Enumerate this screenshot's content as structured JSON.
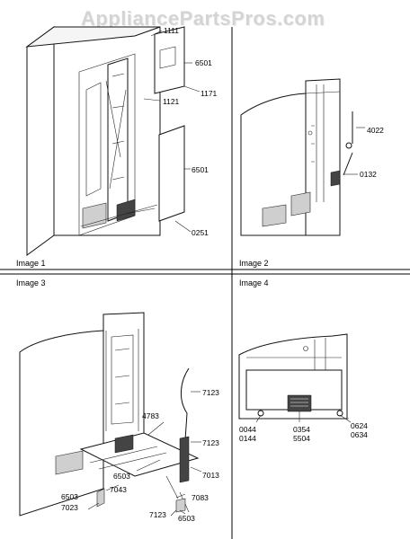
{
  "watermark": "AppliancePartsPros.com",
  "panels": [
    {
      "label": "Image 1"
    },
    {
      "label": "Image 2"
    },
    {
      "label": "Image 3"
    },
    {
      "label": "Image 4"
    }
  ],
  "image1": {
    "parts": [
      "1111",
      "6501",
      "1171",
      "1121",
      "6501",
      "0251"
    ]
  },
  "image2": {
    "parts": [
      "4022",
      "0132"
    ]
  },
  "image3": {
    "parts": [
      "7123",
      "4783",
      "7123",
      "6503",
      "7013",
      "6503",
      "7043",
      "7023",
      "7083",
      "7123",
      "6503"
    ]
  },
  "image4": {
    "parts": [
      "0044",
      "0144",
      "0354",
      "5504",
      "0624",
      "0634"
    ]
  }
}
